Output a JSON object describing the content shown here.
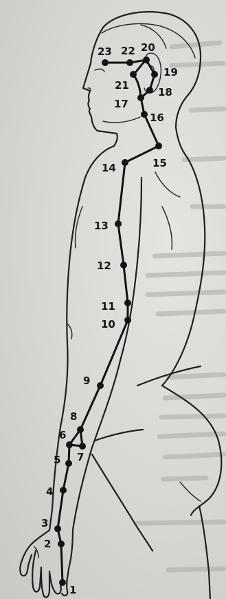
{
  "figure": {
    "points": [
      {
        "n": "1"
      },
      {
        "n": "2"
      },
      {
        "n": "3"
      },
      {
        "n": "4"
      },
      {
        "n": "5"
      },
      {
        "n": "6"
      },
      {
        "n": "7"
      },
      {
        "n": "8"
      },
      {
        "n": "9"
      },
      {
        "n": "10"
      },
      {
        "n": "11"
      },
      {
        "n": "12"
      },
      {
        "n": "13"
      },
      {
        "n": "14"
      },
      {
        "n": "15"
      },
      {
        "n": "16"
      },
      {
        "n": "17"
      },
      {
        "n": "18"
      },
      {
        "n": "19"
      },
      {
        "n": "20"
      },
      {
        "n": "21"
      },
      {
        "n": "22"
      },
      {
        "n": "23"
      }
    ]
  }
}
